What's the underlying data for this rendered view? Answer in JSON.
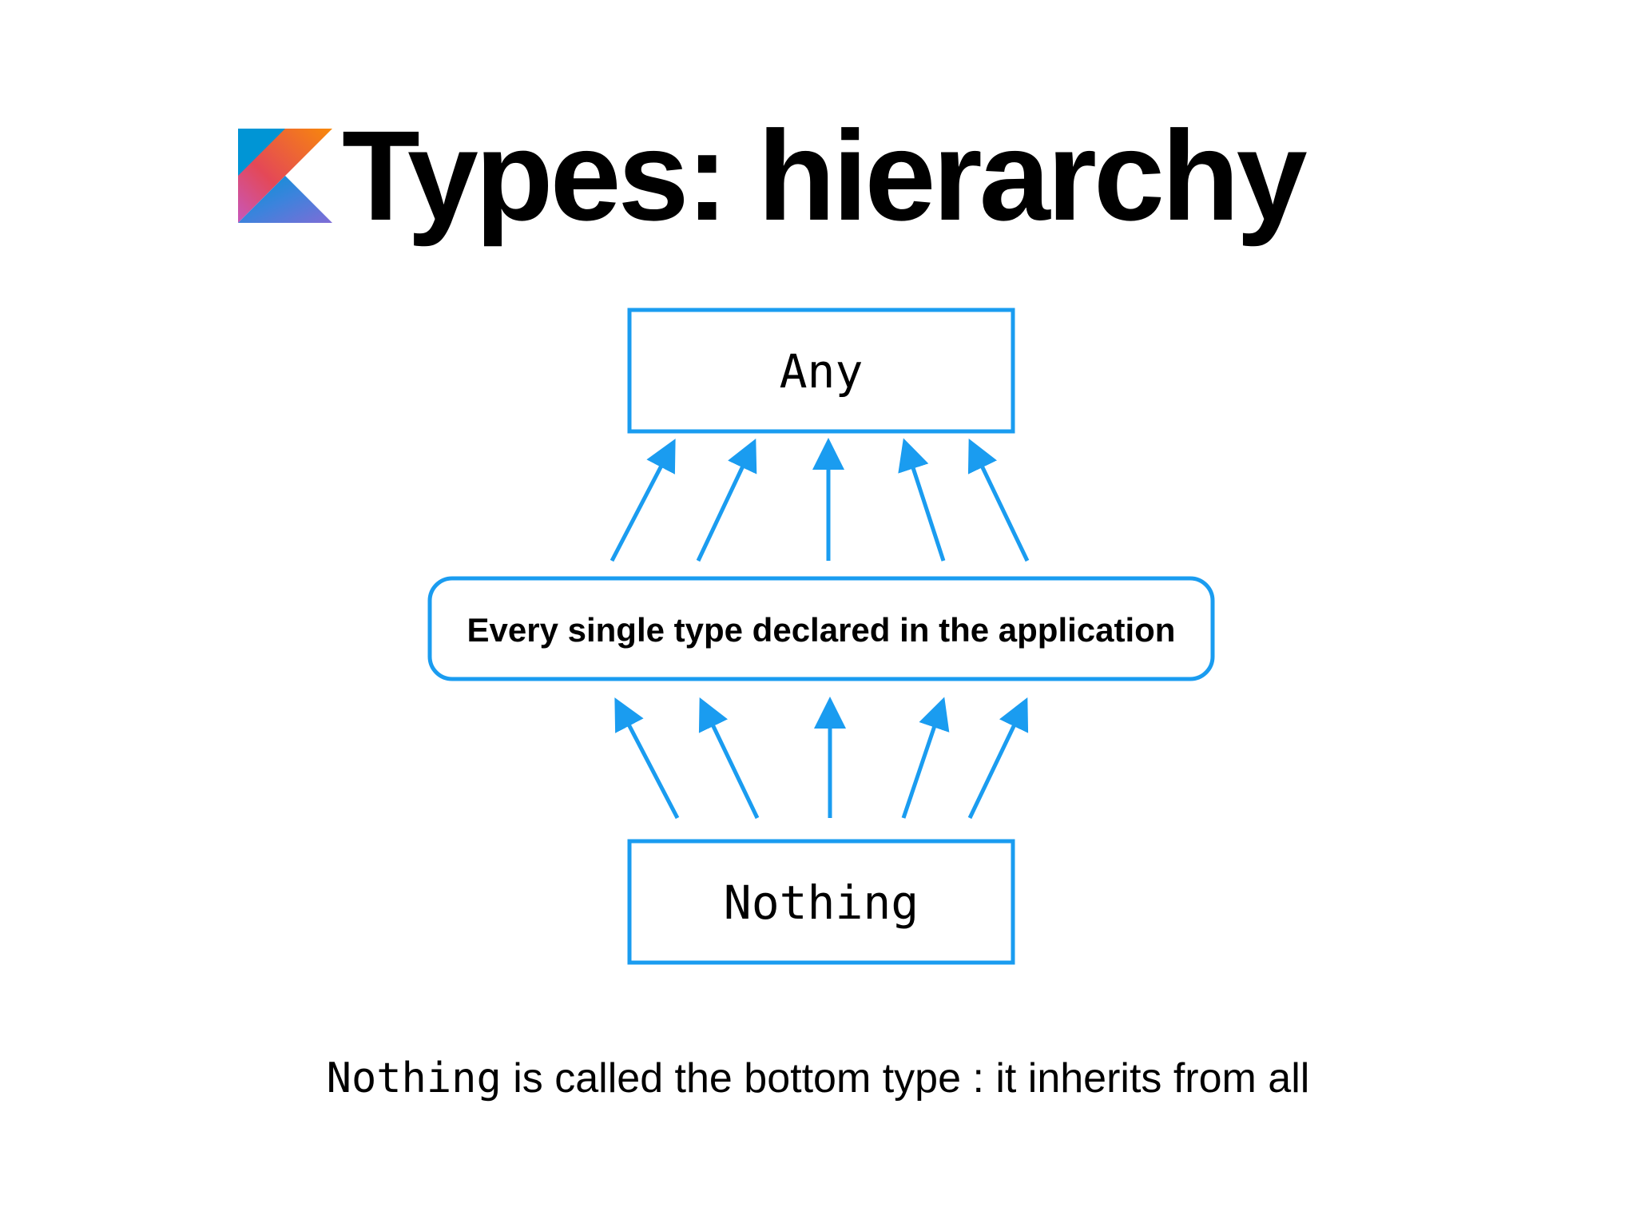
{
  "slide": {
    "title": "Types: hierarchy",
    "logo_icon": "kotlin-logo-icon"
  },
  "diagram": {
    "top_node": "Any",
    "middle_node": "Every single type declared in the application",
    "bottom_node": "Nothing",
    "accent_color": "#1a9cf0",
    "arrow_icon": "arrow-up-icon"
  },
  "caption": {
    "code": "Nothing",
    "text": " is called the bottom type : it inherits from all"
  }
}
